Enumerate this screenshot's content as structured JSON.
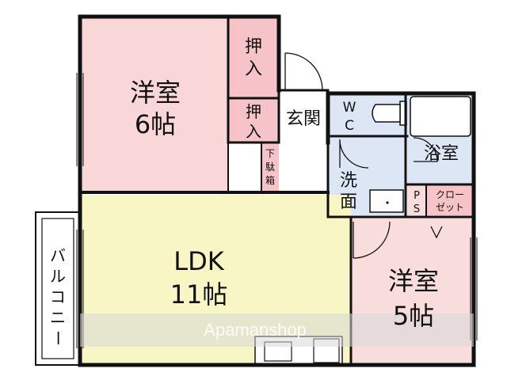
{
  "colors": {
    "pink": "#f9d7d8",
    "pink_light": "#f9dcdc",
    "yellow": "#f7f6c4",
    "blue": "#dce6f5",
    "wall": "#111111",
    "watermark_band": "#d9d9d9"
  },
  "rooms": {
    "western_6": {
      "name": "洋室",
      "size": "6帖"
    },
    "closet_1": {
      "line1": "押",
      "line2": "入"
    },
    "closet_2": {
      "line1": "押",
      "line2": "入"
    },
    "entrance": {
      "name": "玄関"
    },
    "shoe_box": {
      "line1": "下",
      "line2": "駄",
      "line3": "箱"
    },
    "wc": {
      "line1": "W",
      "line2": "C"
    },
    "bath": {
      "name": "浴室"
    },
    "washroom": {
      "line1": "洗",
      "line2": "面"
    },
    "ps": {
      "line1": "P",
      "line2": "S"
    },
    "closet_small": {
      "line1": "クロー",
      "line2": "ゼット"
    },
    "ldk": {
      "name": "LDK",
      "size": "11帖"
    },
    "western_5": {
      "name": "洋室",
      "size": "5帖"
    },
    "balcony": {
      "line1": "バ",
      "line2": "ル",
      "line3": "コ",
      "line4": "ニ",
      "line5": "ー"
    }
  },
  "watermark": {
    "text": "Apamanshop"
  }
}
